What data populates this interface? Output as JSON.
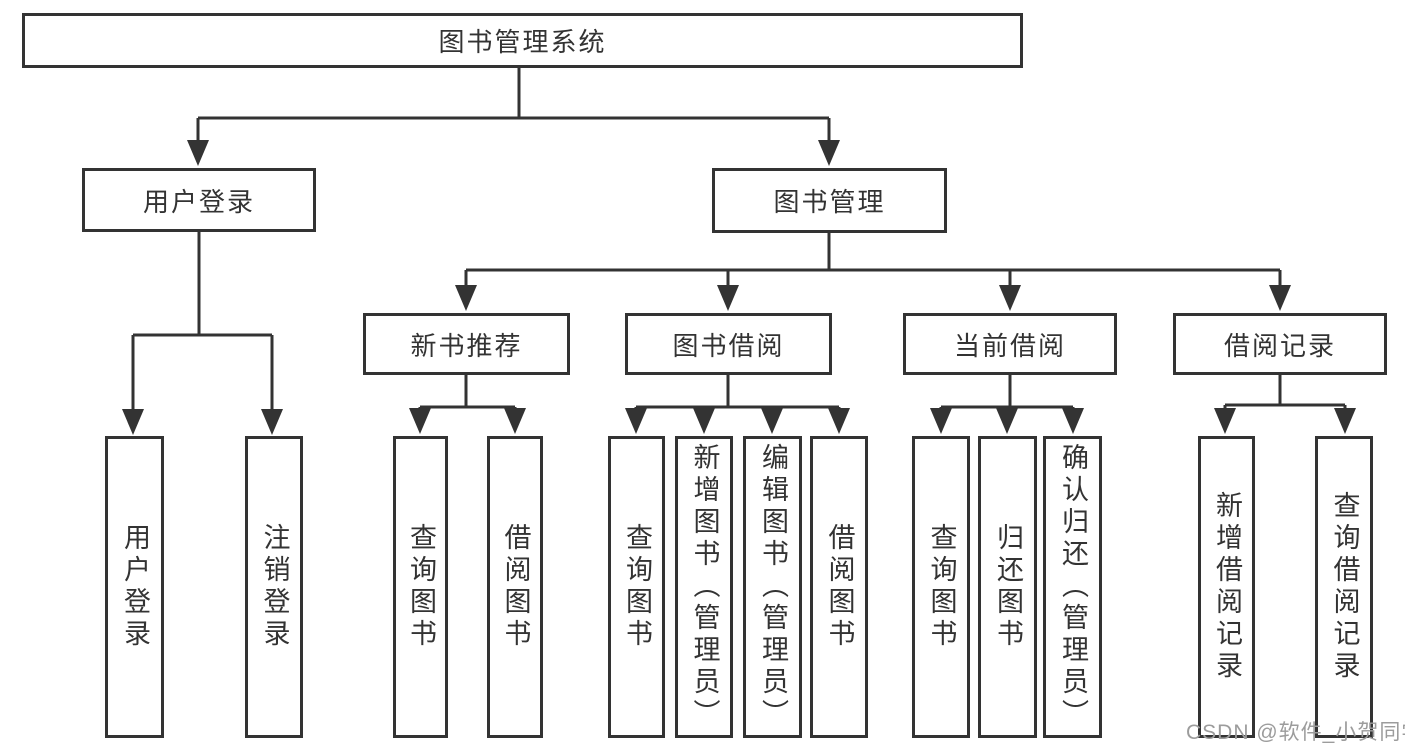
{
  "diagram": {
    "type": "hierarchy-tree",
    "colors": {
      "line": "#333333",
      "border": "#333333",
      "text": "#333333",
      "watermark_text": "#9c9c9c",
      "background": "#ffffff"
    },
    "watermark": "CSDN @软件_小贺同学",
    "tree": {
      "label": "图书管理系统",
      "children": [
        {
          "label": "用户登录",
          "children": [
            {
              "label": "用户登录"
            },
            {
              "label": "注销登录"
            }
          ]
        },
        {
          "label": "图书管理",
          "children": [
            {
              "label": "新书推荐",
              "children": [
                {
                  "label": "查询图书"
                },
                {
                  "label": "借阅图书"
                }
              ]
            },
            {
              "label": "图书借阅",
              "children": [
                {
                  "label": "查询图书"
                },
                {
                  "label": "新增图书（管理员）"
                },
                {
                  "label": "编辑图书（管理员）"
                },
                {
                  "label": "借阅图书"
                }
              ]
            },
            {
              "label": "当前借阅",
              "children": [
                {
                  "label": "查询图书"
                },
                {
                  "label": "归还图书"
                },
                {
                  "label": "确认归还（管理员）"
                }
              ]
            },
            {
              "label": "借阅记录",
              "children": [
                {
                  "label": "新增借阅记录"
                },
                {
                  "label": "查询借阅记录"
                }
              ]
            }
          ]
        }
      ]
    }
  }
}
